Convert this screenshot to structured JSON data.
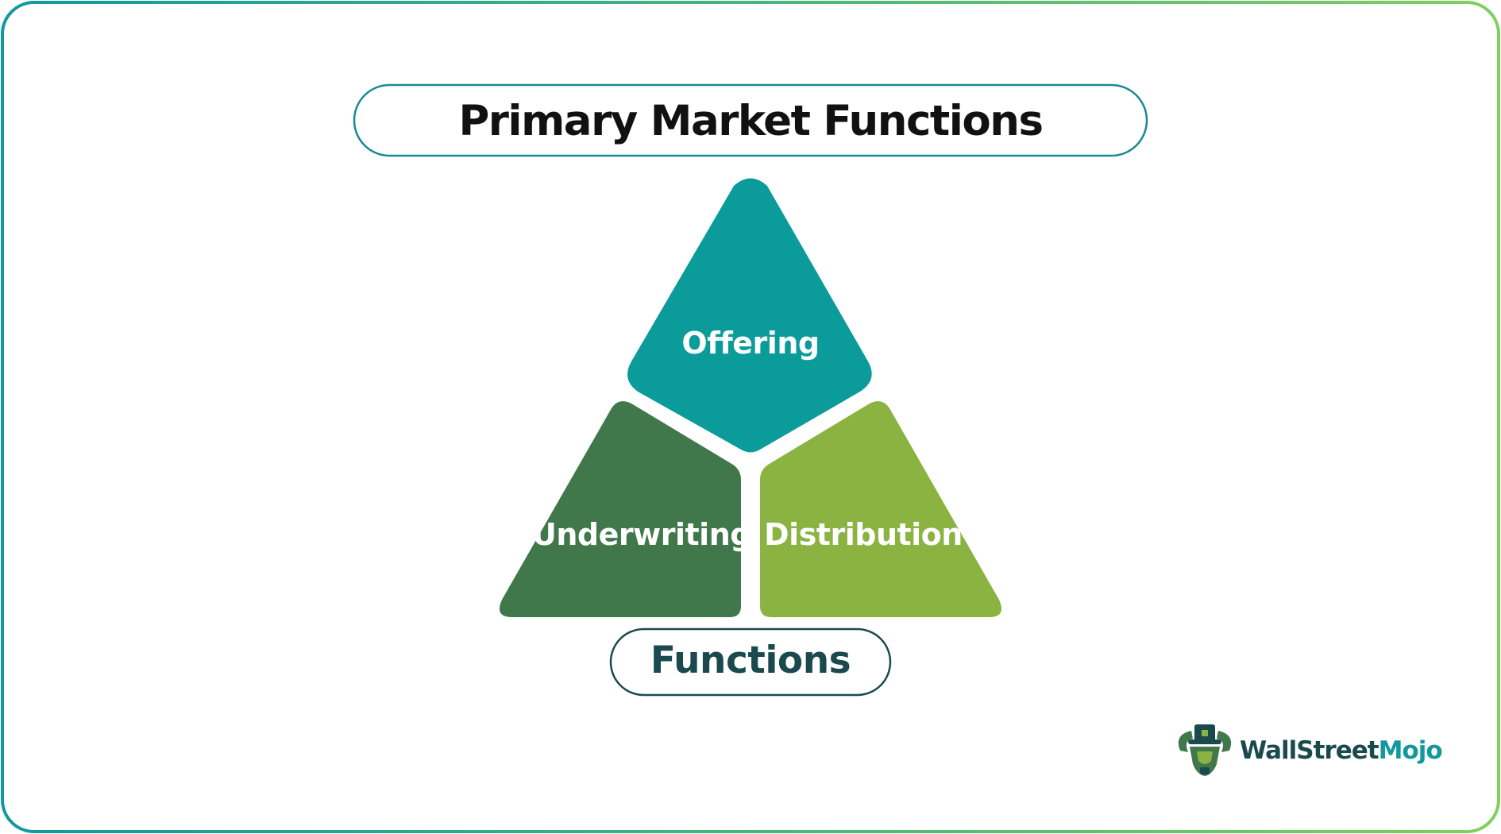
{
  "title": "Primary Market Functions",
  "segments": {
    "top": {
      "label": "Offering",
      "color": "#0b9b9b"
    },
    "left": {
      "label": "Underwriting",
      "color": "#40784c"
    },
    "right": {
      "label": "Distribution",
      "color": "#8ab342"
    }
  },
  "center_label": "Functions",
  "logo": {
    "wall": "Wall",
    "street": "Street",
    "mojo": "Mojo",
    "icon": "bull-hat-icon"
  },
  "colors": {
    "frame_start": "#11999e",
    "frame_end": "#7fd05d",
    "pill_border": "#1a8a8f",
    "functions_text": "#1b4a4e",
    "brand_dark": "#1b4a4e",
    "brand_teal": "#11999e"
  }
}
